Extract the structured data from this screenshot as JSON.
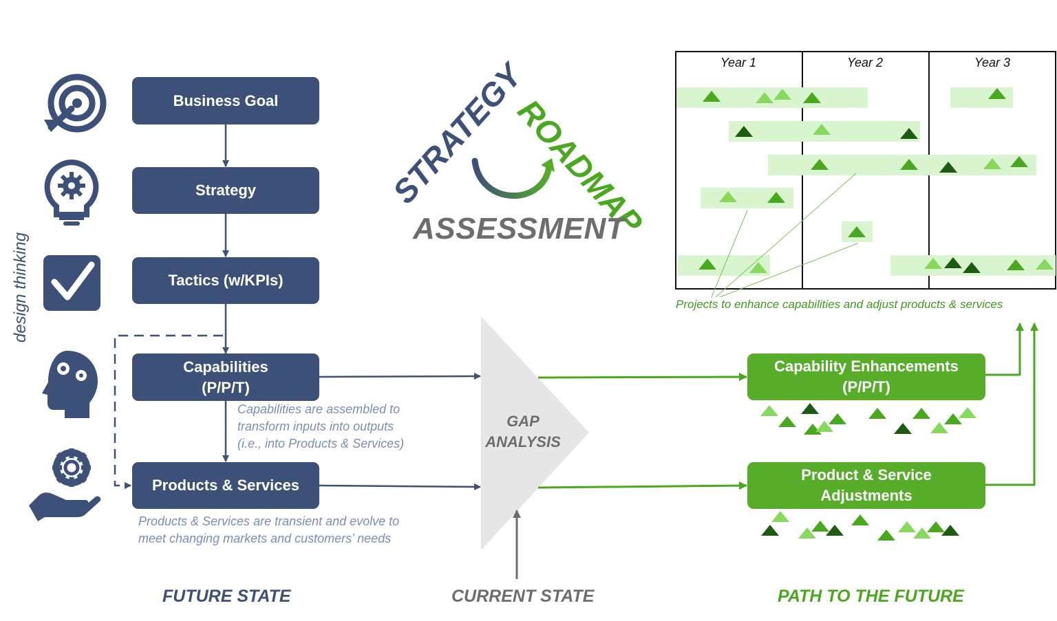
{
  "colors": {
    "navy": "#3c5078",
    "green": "#57ad2a",
    "bright_green": "#4aa81e",
    "light_green": "#d9f5cf",
    "gray": "#6d6d6d",
    "light_gray": "#e6e6e6",
    "note_blue": "#7a8db8"
  },
  "left_icons": [
    "target-arrow-icon",
    "lightbulb-gear-icon",
    "checkbox-icon",
    "head-gears-icon",
    "hand-gear-icon"
  ],
  "side_label": "design thinking",
  "future_boxes": {
    "business_goal": "Business Goal",
    "strategy": "Strategy",
    "tactics": "Tactics (w/KPIs)",
    "capabilities_line1": "Capabilities",
    "capabilities_line2": "(P/P/T)",
    "products": "Products & Services"
  },
  "notes": {
    "capabilities": [
      "Capabilities are assembled to",
      "transform inputs into outputs",
      "(i.e., into Products & Services)"
    ],
    "products": [
      "Products & Services are transient and evolve to",
      "meet changing markets and customers’ needs"
    ]
  },
  "logo": {
    "strategy": "STRATEGY",
    "roadmap": "ROADMAP",
    "assessment": "ASSESSMENT"
  },
  "gap": {
    "line1": "GAP",
    "line2": "ANALYSIS"
  },
  "path_boxes": {
    "capability_enhancements_line1": "Capability Enhancements",
    "capability_enhancements_line2": "(P/P/T)",
    "adjustments_line1": "Product & Service",
    "adjustments_line2": "Adjustments"
  },
  "roadmap": {
    "years": [
      "Year 1",
      "Year 2",
      "Year 3"
    ],
    "note": "Projects to enhance capabilities and adjust products & services"
  },
  "states": {
    "future": "FUTURE STATE",
    "current": "CURRENT STATE",
    "path": "PATH TO THE FUTURE"
  }
}
